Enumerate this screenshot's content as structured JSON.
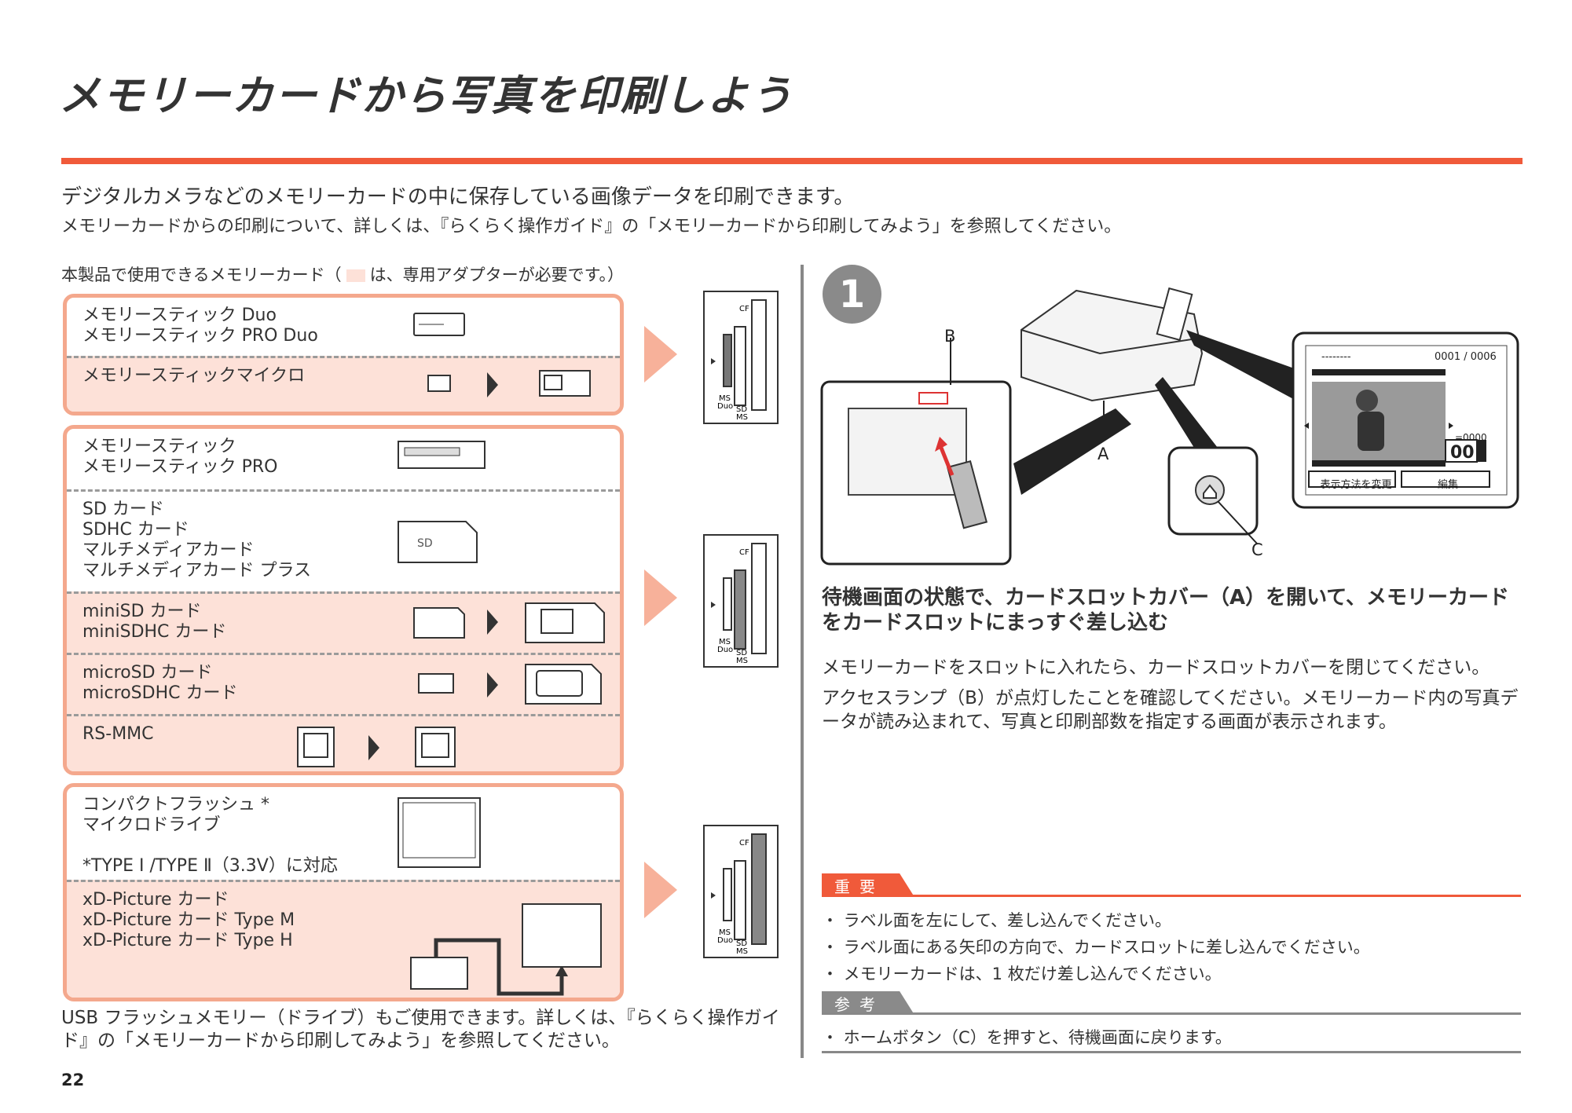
{
  "title": "メモリーカードから写真を印刷しよう",
  "intro": {
    "line1": "デジタルカメラなどのメモリーカードの中に保存している画像データを印刷できます。",
    "line2": "メモリーカードからの印刷について、詳しくは、『らくらく操作ガイド』の「メモリーカードから印刷してみよう」を参照してください。"
  },
  "cards_caption": {
    "before": "本製品で使用できるメモリーカード（",
    "after": "は、専用アダプターが必要です。）"
  },
  "groups": [
    {
      "rows": [
        {
          "label": "メモリースティック Duo\nメモリースティック PRO Duo",
          "adapter": false
        },
        {
          "label": "メモリースティックマイクロ",
          "adapter": true
        }
      ]
    },
    {
      "rows": [
        {
          "label": "メモリースティック\nメモリースティック PRO",
          "adapter": false
        },
        {
          "label": "SD カード\nSDHC カード\nマルチメディアカード\nマルチメディアカード プラス",
          "adapter": false
        },
        {
          "label": "miniSD カード\nminiSDHC カード",
          "adapter": true
        },
        {
          "label": "microSD カード\nmicroSDHC カード",
          "adapter": true
        },
        {
          "label": "RS-MMC",
          "adapter": true
        }
      ]
    },
    {
      "rows": [
        {
          "label": "コンパクトフラッシュ *\nマイクロドライブ",
          "note": "*TYPE Ⅰ /TYPE Ⅱ（3.3V）に対応",
          "adapter": false
        },
        {
          "label": "xD-Picture カード\nxD-Picture カード Type M\nxD-Picture カード Type H",
          "adapter": true
        }
      ]
    }
  ],
  "slot_labels": {
    "cf": "CF",
    "ms_duo": "MS\nDuo",
    "sd": "SD",
    "ms": "MS"
  },
  "footer_note": "USB フラッシュメモリー（ドライブ）もご使用できます。詳しくは、『らくらく操作ガイド』の「メモリーカードから印刷してみよう」を参照してください。",
  "page_number": "22",
  "step": {
    "number": "1",
    "heading": "待機画面の状態で、カードスロットカバー（A）を開いて、メモリーカードをカードスロットにまっすぐ差し込む",
    "para1": "メモリーカードをスロットに入れたら、カードスロットカバーを閉じてください。",
    "para2": "アクセスランプ（B）が点灯したことを確認してください。メモリーカード内の写真データが読み込まれて、写真と印刷部数を指定する画面が表示されます。"
  },
  "diagram": {
    "label_a": "A",
    "label_b": "B",
    "label_c": "C",
    "screen": {
      "counter": "0001 / 0006",
      "dashes": "--------",
      "copies_total": "=0000",
      "copies": "00",
      "button_left": "表示方法を変更",
      "button_right": "編集"
    }
  },
  "important": {
    "label": "重要",
    "items": [
      "・ ラベル面を左にして、差し込んでください。",
      "・ ラベル面にある矢印の方向で、カードスロットに差し込んでください。",
      "・ メモリーカードは、1 枚だけ差し込んでください。"
    ]
  },
  "reference": {
    "label": "参考",
    "items": [
      "・ ホームボタン（C）を押すと、待機画面に戻ります。"
    ]
  },
  "colors": {
    "accent": "#f05a3a",
    "card_border": "#f4a88d",
    "adapter_bg": "#fde1d8"
  }
}
